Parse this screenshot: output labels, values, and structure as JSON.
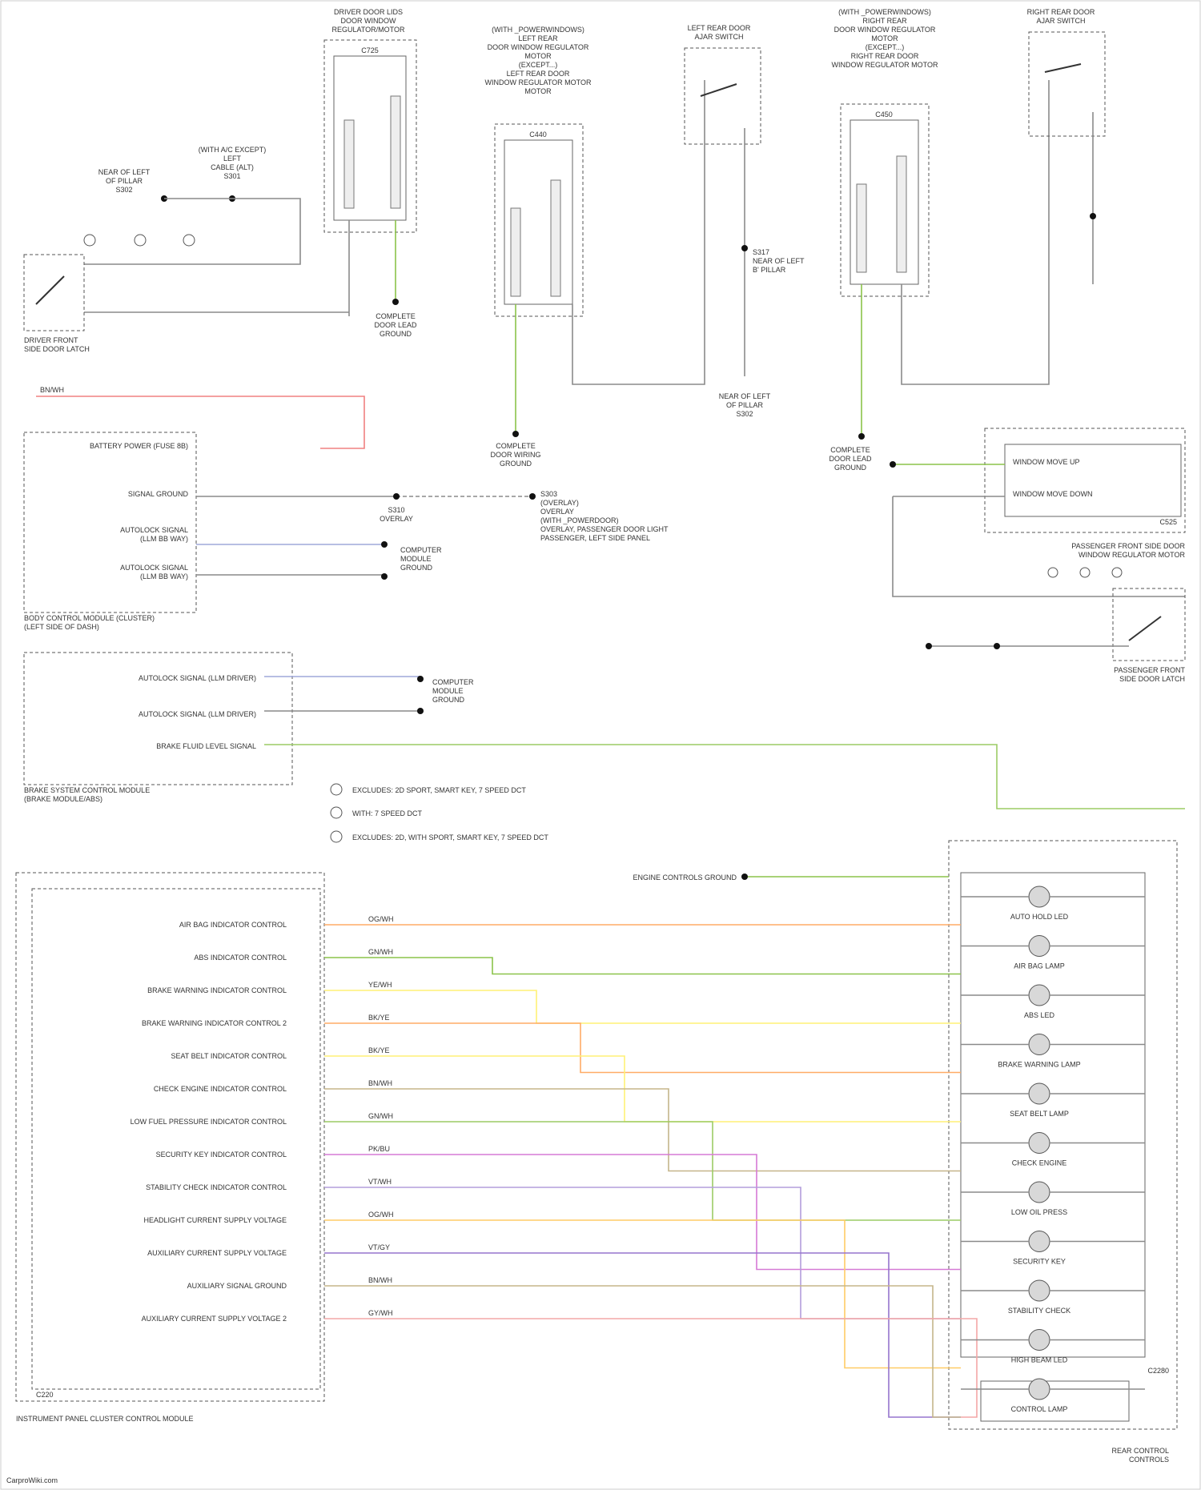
{
  "footer": {
    "credit": "CarproWiki.com"
  },
  "connector_ids": {
    "driver_window_regulator": "C725",
    "left_rear_motor": "C440",
    "right_rear_motor": "C450",
    "passenger_window_regulator": "C525",
    "ipc": "C220",
    "bcm": "C2280"
  },
  "components": {
    "driver_window_regulator": "DRIVER DOOR LIDS\nDOOR WINDOW\nREGULATOR/MOTOR",
    "left_rear_motor": "(WITH _POWERWINDOWS)\nLEFT REAR\nDOOR WINDOW REGULATOR\nMOTOR\n(EXCEPT...)\nLEFT REAR DOOR\nWINDOW REGULATOR MOTOR\nMOTOR",
    "left_rear_ajar": "LEFT REAR DOOR\nAJAR SWITCH",
    "right_rear_motor": "(WITH _POWERWINDOWS)\nRIGHT REAR\nDOOR WINDOW REGULATOR\nMOTOR\n(EXCEPT...)\nRIGHT REAR DOOR\nWINDOW REGULATOR MOTOR",
    "right_rear_ajar": "RIGHT REAR DOOR\nAJAR SWITCH",
    "driver_latch": "DRIVER FRONT\nSIDE DOOR LATCH",
    "bcm": "BODY CONTROL MODULE (CLUSTER)\n(LEFT SIDE OF DASH)",
    "brake_module": "BRAKE SYSTEM CONTROL MODULE\n(BRAKE MODULE/ABS)",
    "passenger_window_regulator": "PASSENGER FRONT SIDE DOOR\nWINDOW REGULATOR MOTOR",
    "passenger_latch": "PASSENGER FRONT\nSIDE DOOR LATCH",
    "ipc": "INSTRUMENT PANEL CLUSTER CONTROL MODULE",
    "rear_control": "REAR CONTROL\nCONTROLS"
  },
  "splices": {
    "near_left": "NEAR OF LEFT\nOF PILLAR\nS302",
    "upper_splice": "(WITH A/C EXCEPT)\nLEFT\nCABLE (ALT)\nS301",
    "grounded_driver": "COMPLETE\nDOOR LEAD\nGROUND",
    "grounded_left_rear": "COMPLETE\nDOOR WIRING\nGROUND",
    "grounded_right_rear": "COMPLETE\nDOOR LEAD\nGROUND",
    "left_rear_ground": "S317\nNEAR OF LEFT\nB' PILLAR",
    "ground_module_a": "COMPUTER\nMODULE\nGROUND",
    "ground_module_b": "COMPUTER\nMODULE\nGROUND",
    "dash_splice": "S310\nOVERLAY",
    "bcm_splice": "S303\n(OVERLAY)\nOVERLAY\n(WITH _POWERDOOR)\nOVERLAY, PASSENGER DOOR LIGHT\nPASSENGER, LEFT SIDE PANEL",
    "ipc_ground": "ENGINE CONTROLS GROUND"
  },
  "signals": {
    "bcm_pins": [
      "BATTERY POWER (FUSE 8B)",
      "SIGNAL GROUND",
      "AUTOLOCK SIGNAL\n(LLM BB WAY)",
      "AUTOLOCK SIGNAL\n(LLM BB WAY)"
    ],
    "brake_pins": [
      "AUTOLOCK SIGNAL (LLM DRIVER)",
      "AUTOLOCK SIGNAL (LLM DRIVER)",
      "BRAKE FLUID LEVEL SIGNAL"
    ],
    "passenger_window_pins": [
      "WINDOW MOVE UP",
      "WINDOW MOVE DOWN"
    ],
    "ipc_pins": [
      "AIR BAG INDICATOR CONTROL",
      "ABS INDICATOR CONTROL",
      "BRAKE WARNING INDICATOR CONTROL",
      "BRAKE WARNING INDICATOR CONTROL 2",
      "SEAT BELT INDICATOR CONTROL",
      "CHECK ENGINE INDICATOR CONTROL",
      "LOW FUEL PRESSURE INDICATOR CONTROL",
      "SECURITY KEY INDICATOR CONTROL",
      "STABILITY CHECK INDICATOR CONTROL",
      "HEADLIGHT CURRENT SUPPLY VOLTAGE",
      "AUXILIARY CURRENT SUPPLY VOLTAGE",
      "AUXILIARY SIGNAL GROUND",
      "AUXILIARY CURRENT SUPPLY VOLTAGE 2"
    ],
    "lamps": [
      "AUTO HOLD LED",
      "AIR BAG LAMP",
      "ABS LED",
      "BRAKE WARNING LAMP",
      "SEAT BELT LAMP",
      "CHECK ENGINE",
      "LOW OIL PRESS",
      "SECURITY KEY",
      "STABILITY CHECK",
      "HIGH BEAM LED",
      "CONTROL LAMP"
    ]
  },
  "wires": {
    "ipc_colors": [
      "OG/WH",
      "GN/WH",
      "YE/WH",
      "BK/YE",
      "BK/YE",
      "BN/WH",
      "GN/WH",
      "PK/BU",
      "VT/WH",
      "OG/WH",
      "VT/GY",
      "BN/WH",
      "GY/WH"
    ],
    "battery": "BN/WH"
  },
  "notes": [
    "EXCLUDES: 2D SPORT, SMART KEY, 7 SPEED DCT",
    "WITH: 7 SPEED DCT",
    "EXCLUDES: 2D, WITH SPORT, SMART KEY, 7 SPEED DCT"
  ]
}
